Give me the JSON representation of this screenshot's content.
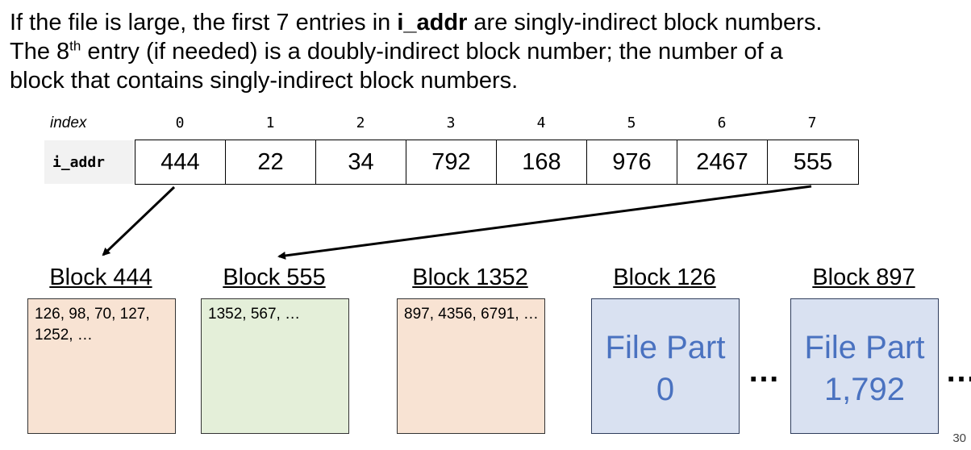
{
  "intro": {
    "line1_pre": "If the file is large, the first 7 entries in ",
    "line1_bold": "i_addr",
    "line1_post": " are singly-indirect block numbers.",
    "line2_pre": "The 8",
    "line2_sup": "th",
    "line2_post": " entry (if needed) is a doubly-indirect block number; the number of a",
    "line3": "block that contains singly-indirect block numbers."
  },
  "table": {
    "index_label": "index",
    "row_label": "i_addr",
    "indices": [
      "0",
      "1",
      "2",
      "3",
      "4",
      "5",
      "6",
      "7"
    ],
    "values": [
      "444",
      "22",
      "34",
      "792",
      "168",
      "976",
      "2467",
      "555"
    ]
  },
  "blocks": [
    {
      "title": "Block 444",
      "content": "126, 98, 70, 127, 1252, …",
      "color": "#f8e3d3"
    },
    {
      "title": "Block 555",
      "content": "1352, 567, …",
      "color": "#e4efd9"
    },
    {
      "title": "Block 1352",
      "content": "897, 4356, 6791, …",
      "color": "#f8e3d3"
    },
    {
      "title": "Block 126",
      "part_label": "File Part",
      "part_number": "0",
      "color": "#d9e1f1"
    },
    {
      "title": "Block 897",
      "part_label": "File Part",
      "part_number": "1,792",
      "color": "#d9e1f1"
    }
  ],
  "ellipses": [
    "…",
    "…"
  ],
  "page_number": "30"
}
